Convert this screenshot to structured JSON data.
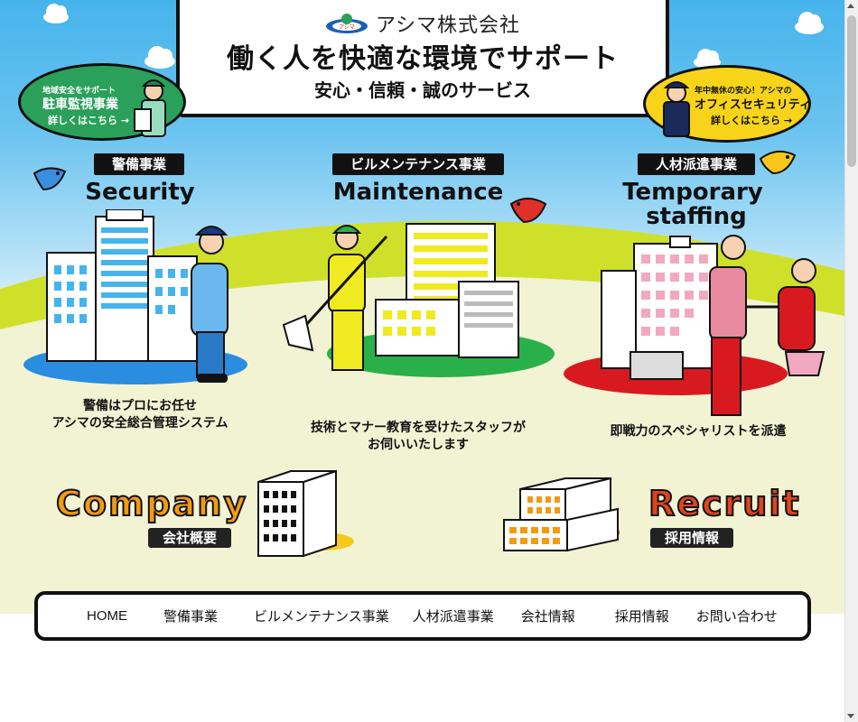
{
  "header": {
    "company_name": "アシマ株式会社",
    "logo_text": "アシマ",
    "tagline": "働く人を快適な環境でサポート",
    "subline": "安心・信頼・誠のサービス"
  },
  "bubble_parking": {
    "line1": "地域安全をサポート",
    "line2": "駐車監視事業",
    "link": "詳しくはこちら →"
  },
  "bubble_office": {
    "line1": "年中無休の安心！アシマの",
    "line2": "オフィスセキュリティ",
    "link": "詳しくはこちら →"
  },
  "services": {
    "security": {
      "badge": "警備事業",
      "title": "Security",
      "desc1": "警備はプロにお任せ",
      "desc2": "アシマの安全総合管理システム"
    },
    "maintenance": {
      "badge": "ビルメンテナンス事業",
      "title": "Maintenance",
      "desc1": "技術とマナー教育を受けたスタッフが",
      "desc2": "お伺いいたします"
    },
    "staffing": {
      "badge": "人材派遣事業",
      "title1": "Temporary",
      "title2": "staffing",
      "desc1": "即戦力のスペシャリストを派遣"
    }
  },
  "company": {
    "word": "Company",
    "sub": "会社概要"
  },
  "recruit": {
    "word": "Recruit",
    "sub": "採用情報"
  },
  "nav": {
    "items": [
      "HOME",
      "警備事業",
      "ビルメンテナンス事業",
      "人材派遣事業",
      "会社情報",
      "採用情報",
      "お問い合わせ"
    ]
  },
  "colors": {
    "sky": "#46b4ec",
    "grass": "#cfe02a",
    "word_orange": "#f39a14",
    "recruit_red": "#e0431c",
    "security_blue": "#2a8de0",
    "maint_green": "#2ab04a",
    "staff_red": "#d81a20",
    "uniform_yellow": "#f0ea20"
  }
}
